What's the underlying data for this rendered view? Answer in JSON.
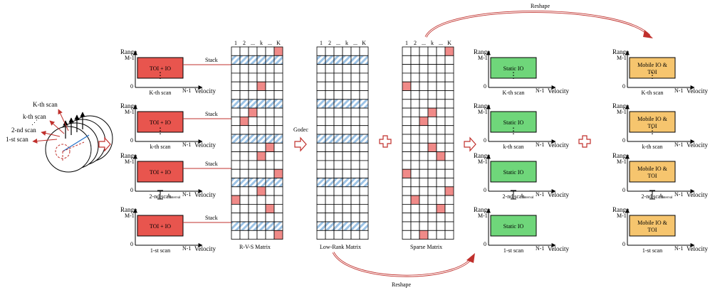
{
  "colors": {
    "red_box": "#e8554e",
    "red_cell": "#f08a88",
    "green_box": "#6fd67a",
    "orange_box": "#f6c56e",
    "hatch": "#9cc3e6",
    "arrow_red": "#c0302c"
  },
  "scans_labels": [
    "K-th scan",
    "k-th scan",
    "2-nd scan",
    "1-st scan"
  ],
  "axis": {
    "range": "Range",
    "velocity": "Velocity",
    "m1": "M-1",
    "n1": "N-1",
    "zero": "0"
  },
  "t_interval": "t",
  "t_interval_sub": "interval",
  "panel1": {
    "box_text": "TOI + IO",
    "scan_labels": [
      "K-th scan",
      "k-th scan",
      "2-nd scan",
      "1-st scan"
    ],
    "stack_label": "Stack"
  },
  "panel2": {
    "box_text": "Static IO"
  },
  "panel3": {
    "box_text_line1": "Mobile IO &",
    "box_text_line2": "TOI"
  },
  "vdots": "⋮",
  "matrix_headers": [
    "1",
    "2",
    "...",
    "k",
    "...",
    "K"
  ],
  "matrix_rvs_caption": "R-V-S Matrix",
  "matrix_lowrank_caption": "Low-Rank Matrix",
  "matrix_sparse_caption": "Sparse Matrix",
  "godec_label": "Godec",
  "reshape_label": "Reshape",
  "reshape_label_bottom": "Reshape"
}
